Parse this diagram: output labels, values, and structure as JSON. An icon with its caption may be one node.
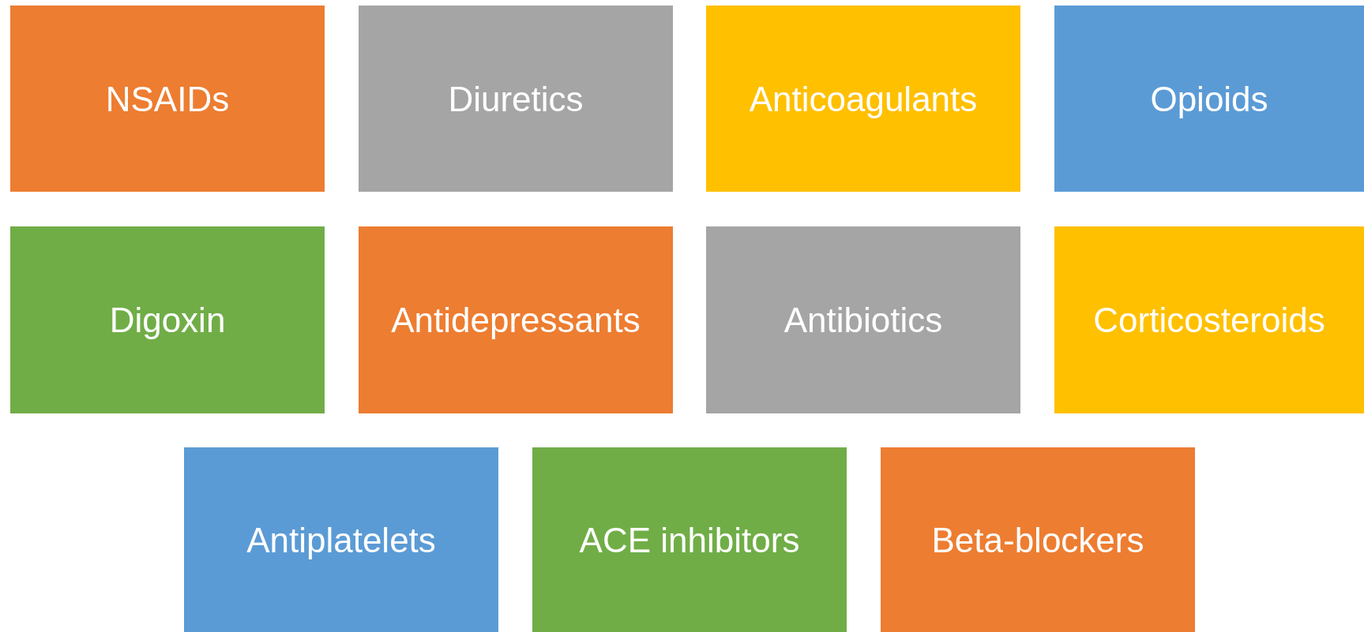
{
  "diagram": {
    "nodes": [
      {
        "text": [
          "NSAIDs"
        ]
      },
      {
        "text": [
          "Diuretics"
        ]
      },
      {
        "text": [
          "Anticoagulants"
        ]
      },
      {
        "text": [
          "Opioids"
        ]
      },
      {
        "text": [
          "Digoxin"
        ]
      },
      {
        "text": [
          "Antidepressants"
        ]
      },
      {
        "text": [
          "Antibiotics"
        ]
      },
      {
        "text": [
          "Corticosteroids"
        ]
      },
      {
        "text": [
          "Antiplatelets"
        ]
      },
      {
        "text": [
          "ACE inhibitors"
        ]
      },
      {
        "text": [
          "Beta-blockers"
        ]
      }
    ]
  }
}
